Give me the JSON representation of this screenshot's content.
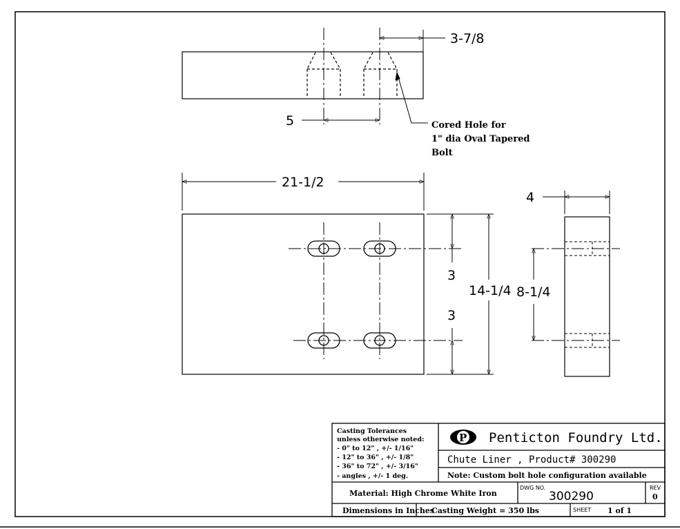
{
  "dimensions": {
    "top_spacing": "3-7/8",
    "hole_spacing": "5",
    "overall_length": "21-1/2",
    "thickness": "4",
    "edge_to_hole": "3",
    "hole_to_edge": "3",
    "overall_width": "14-1/4",
    "hole_centers": "8-1/4"
  },
  "note": {
    "line1": "Cored Hole for",
    "line2": "1\" dia Oval Tapered",
    "line3": "Bolt"
  },
  "title_block": {
    "tolerances": {
      "heading1": "Casting Tolerances",
      "heading2": "unless otherwise noted:",
      "rows": [
        "-   0\" to 12\" , +/- 1/16\"",
        "- 12\" to 36\" , +/- 1/8\"",
        "- 36\" to 72\" , +/- 3/16\"",
        "- angles       , +/- 1 deg."
      ]
    },
    "logo_letter": "P",
    "company": "Penticton Foundry Ltd.",
    "product": "Chute Liner , Product# 300290",
    "product_note": "Note: Custom bolt hole configuration available",
    "material": "Material: High Chrome White Iron",
    "dwg_label": "DWG NO.",
    "dwg_number": "300290",
    "rev_label": "REV",
    "rev_value": "0",
    "units": "Dimensions in Inches",
    "weight": "Casting Weight = 350 lbs",
    "sheet_label": "SHEET",
    "sheet_value": "1 of 1"
  }
}
